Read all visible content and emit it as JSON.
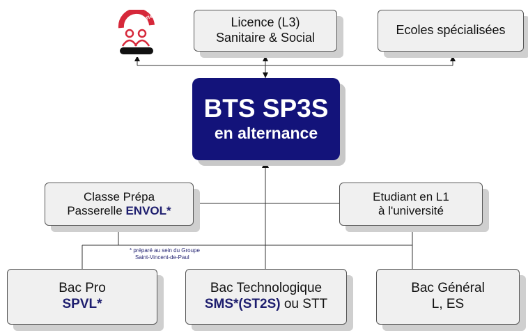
{
  "top": {
    "licence": {
      "line1": "Licence (L3)",
      "line2": "Sanitaire & Social"
    },
    "ecoles": {
      "line1": "Ecoles spécialisées"
    },
    "entreprise_logo": {
      "text": "L'Entreprise",
      "icon": "people-icon"
    }
  },
  "center": {
    "title": "BTS SP3S",
    "subtitle": "en alternance"
  },
  "middle": {
    "prepa": {
      "line1": "Classe Prépa",
      "line2_prefix": "Passerelle",
      "line2_highlight": "ENVOL*"
    },
    "etudiant": {
      "line1": "Etudiant en L1",
      "line2": "à l'université"
    }
  },
  "note": {
    "line1": "* préparé au sein du Groupe",
    "line2": "Saint-Vincent-de-Paul"
  },
  "bottom": {
    "bac_pro": {
      "line1": "Bac Pro",
      "line2_highlight": "SPVL*"
    },
    "bac_techno": {
      "line1": "Bac Technologique",
      "line2_highlight": "SMS*(ST2S)",
      "line2_suffix": "ou STT"
    },
    "bac_general": {
      "line1": "Bac Général",
      "line2": "L, ES"
    }
  },
  "colors": {
    "accent": "#13137a",
    "highlight_text": "#1d1d6e",
    "box_fill": "#f0f0f0",
    "shadow": "#cfcfcf",
    "logo_red": "#d6283a"
  }
}
